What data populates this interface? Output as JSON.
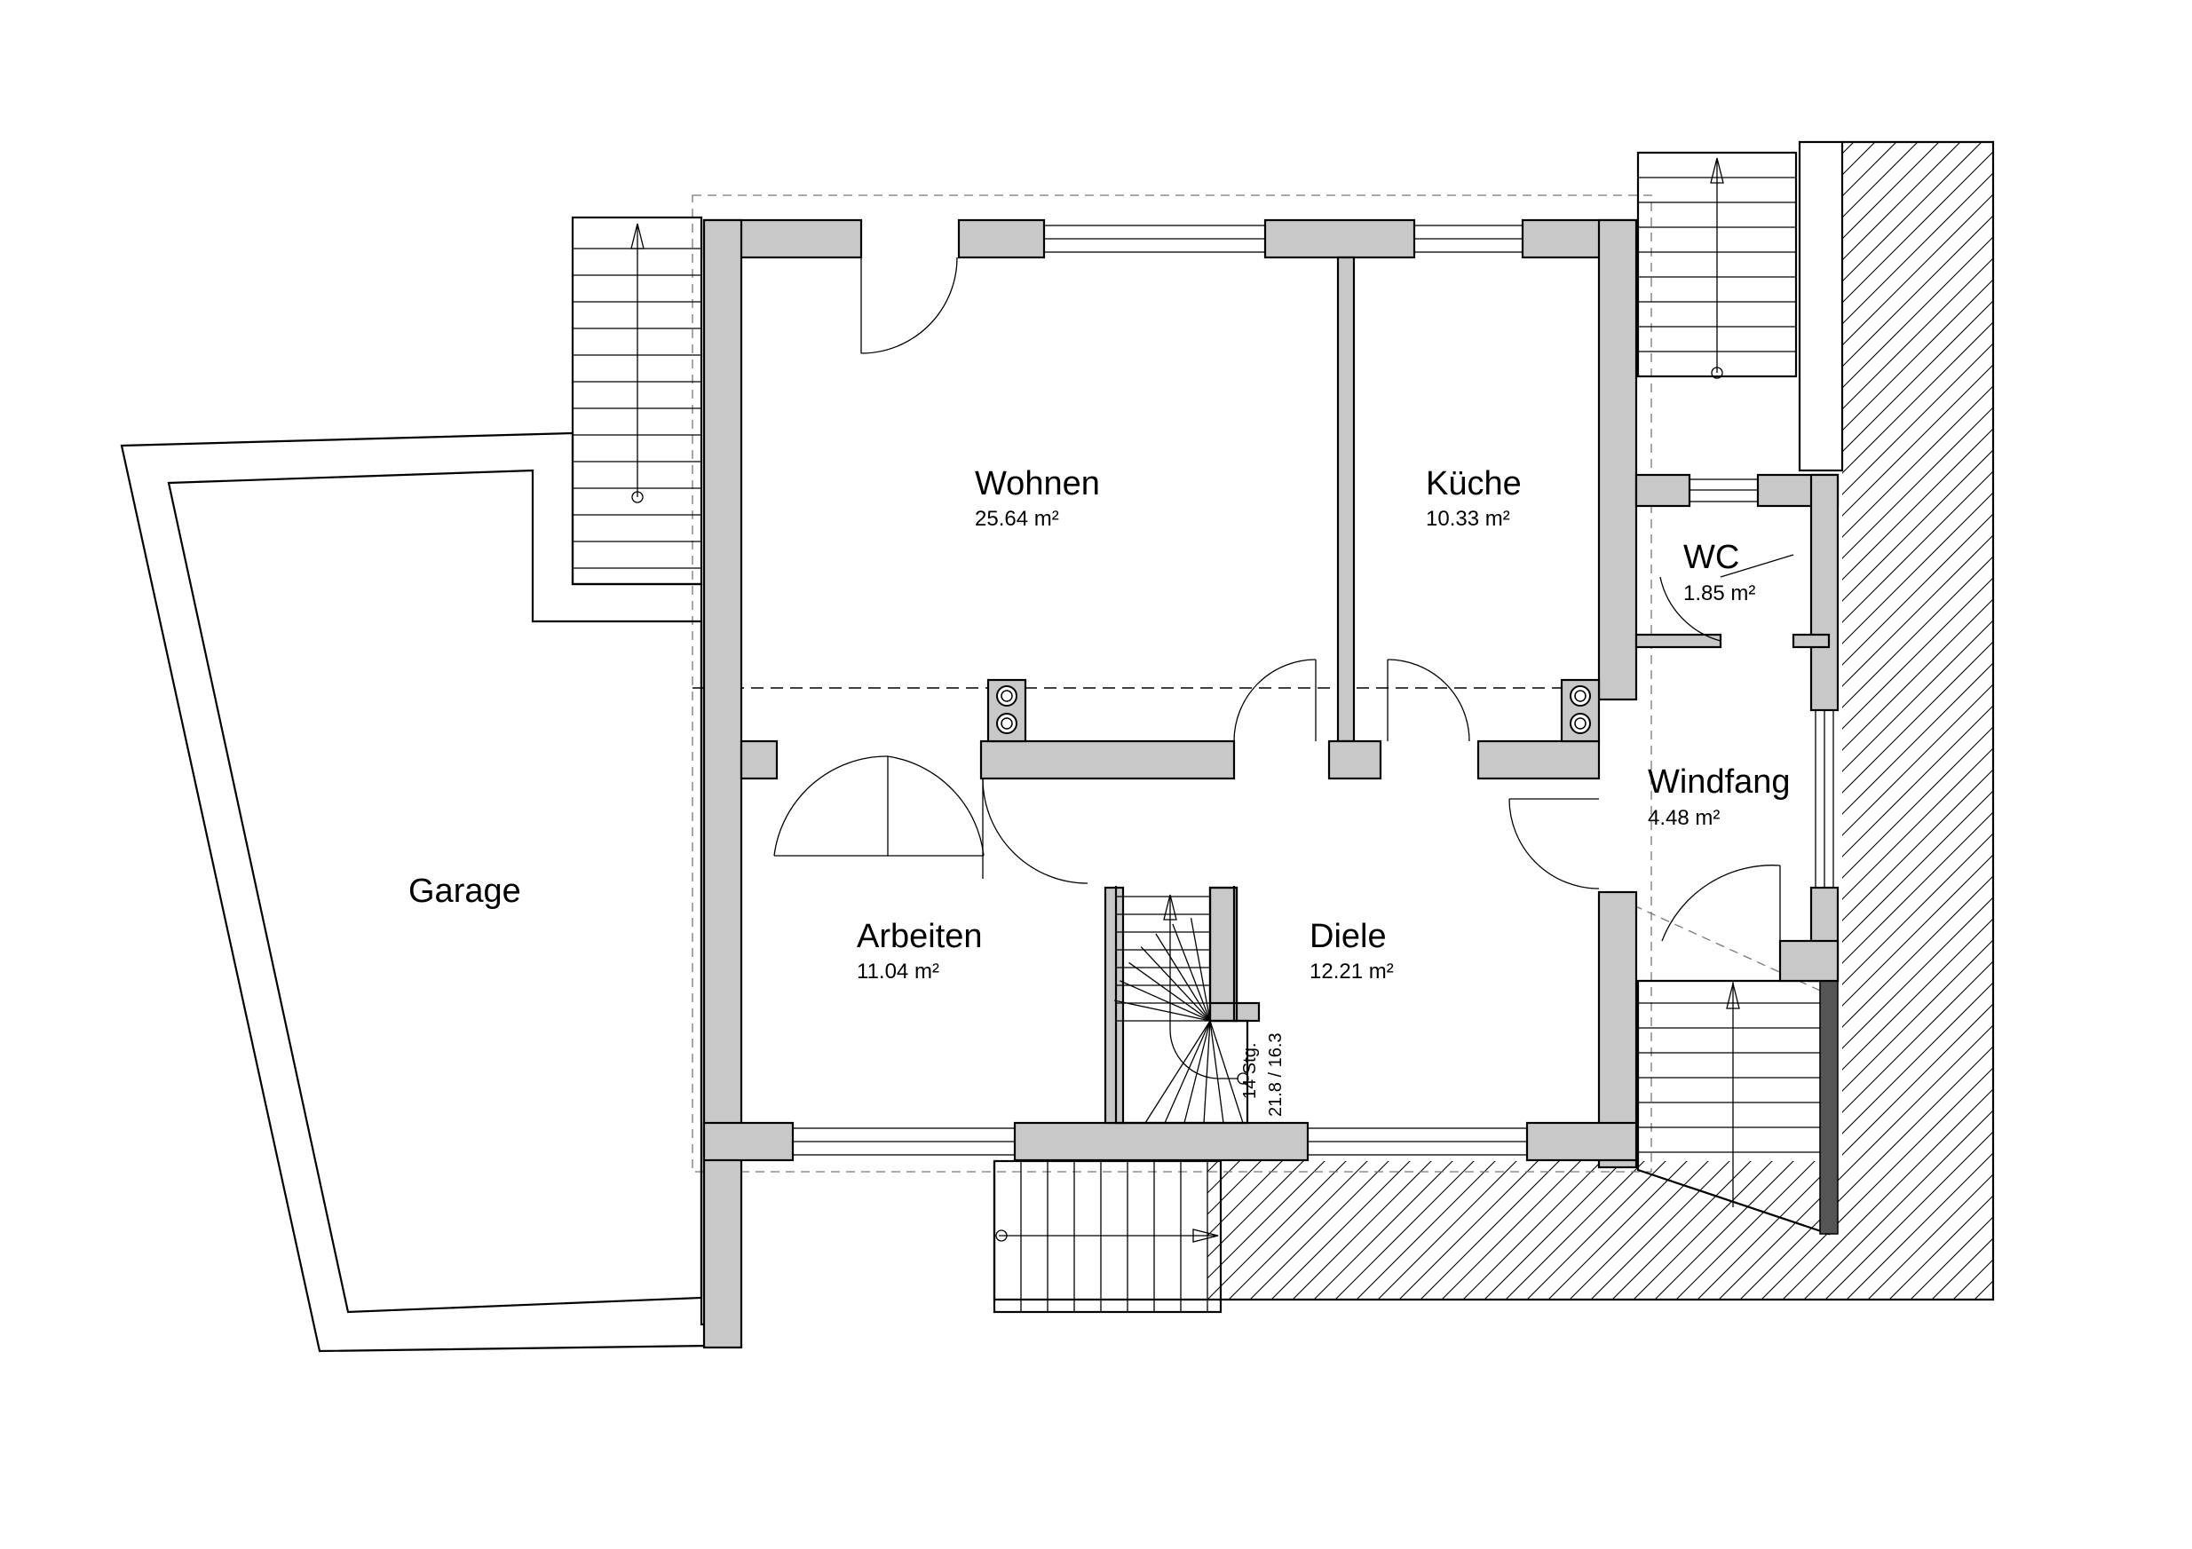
{
  "rooms": [
    {
      "name": "Wohnen",
      "area": "25.64 m²"
    },
    {
      "name": "Küche",
      "area": "10.33 m²"
    },
    {
      "name": "WC",
      "area": "1.85 m²"
    },
    {
      "name": "Windfang",
      "area": "4.48 m²"
    },
    {
      "name": "Garage",
      "area": ""
    },
    {
      "name": "Arbeiten",
      "area": "11.04 m²"
    },
    {
      "name": "Diele",
      "area": "12.21 m²"
    }
  ],
  "stair": {
    "steps": "14 Stg.",
    "rise_run": "21.8 / 16.3"
  }
}
